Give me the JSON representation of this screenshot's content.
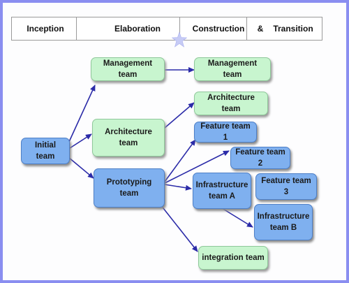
{
  "phases": {
    "inception": "Inception",
    "elaboration": "Elaboration",
    "construction": "Construction",
    "ampersand": "&",
    "transition": "Transition"
  },
  "nodes": {
    "initial_team": "Initial team",
    "management_team": "Management team",
    "architecture_team": "Architecture team",
    "prototyping_team": "Prototyping team",
    "management_team_2": "Management team",
    "architecture_team_2": "Architecture team",
    "feature_team_1": "Feature team 1",
    "feature_team_2": "Feature team 2",
    "infrastructure_team_a": "Infrastructure team A",
    "feature_team_3": "Feature team 3",
    "infrastructure_team_b": "Infrastructure team B",
    "integration_team": "integration team"
  },
  "colors": {
    "frame_border": "#8a8ef0",
    "arrow": "#2b2ba8",
    "star": "#c6cbf5",
    "green_box": "#c8f5cf",
    "blue_box": "#7fb0ef"
  }
}
